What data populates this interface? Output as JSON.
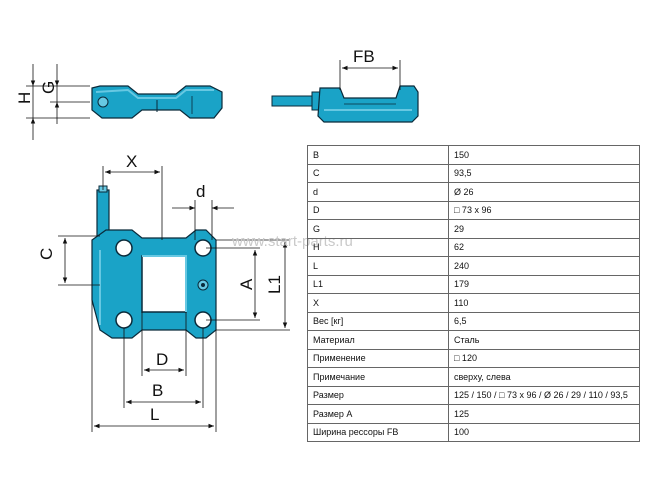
{
  "drawing": {
    "labels": {
      "H": "H",
      "G": "G",
      "FB": "FB",
      "X": "X",
      "d": "d",
      "C": "C",
      "A": "A",
      "L1": "L1",
      "D": "D",
      "B": "B",
      "L": "L"
    },
    "watermark": "www.start-parts.ru",
    "colors": {
      "part": "#1aa3c7",
      "part_light": "#67c8e2",
      "outline": "#0a2a3a",
      "dim": "#111111"
    }
  },
  "spec_table": {
    "rows": [
      {
        "key": "B",
        "value": "150"
      },
      {
        "key": "C",
        "value": "93,5"
      },
      {
        "key": "d",
        "value": "Ø 26"
      },
      {
        "key": "D",
        "value": "□ 73 x 96"
      },
      {
        "key": "G",
        "value": "29"
      },
      {
        "key": "H",
        "value": "62"
      },
      {
        "key": "L",
        "value": "240"
      },
      {
        "key": "L1",
        "value": "179"
      },
      {
        "key": "X",
        "value": "110"
      },
      {
        "key": "Вес [кг]",
        "value": "6,5"
      },
      {
        "key": "Материал",
        "value": "Сталь"
      },
      {
        "key": "Применение",
        "value": "□ 120"
      },
      {
        "key": "Примечание",
        "value": "сверху, слева"
      },
      {
        "key": "Размер",
        "value": "125 / 150 / □ 73 x 96 / Ø 26 / 29 / 110 / 93,5"
      },
      {
        "key": "Размер А",
        "value": "125"
      },
      {
        "key": "Ширина рессоры FB",
        "value": "100"
      }
    ]
  }
}
